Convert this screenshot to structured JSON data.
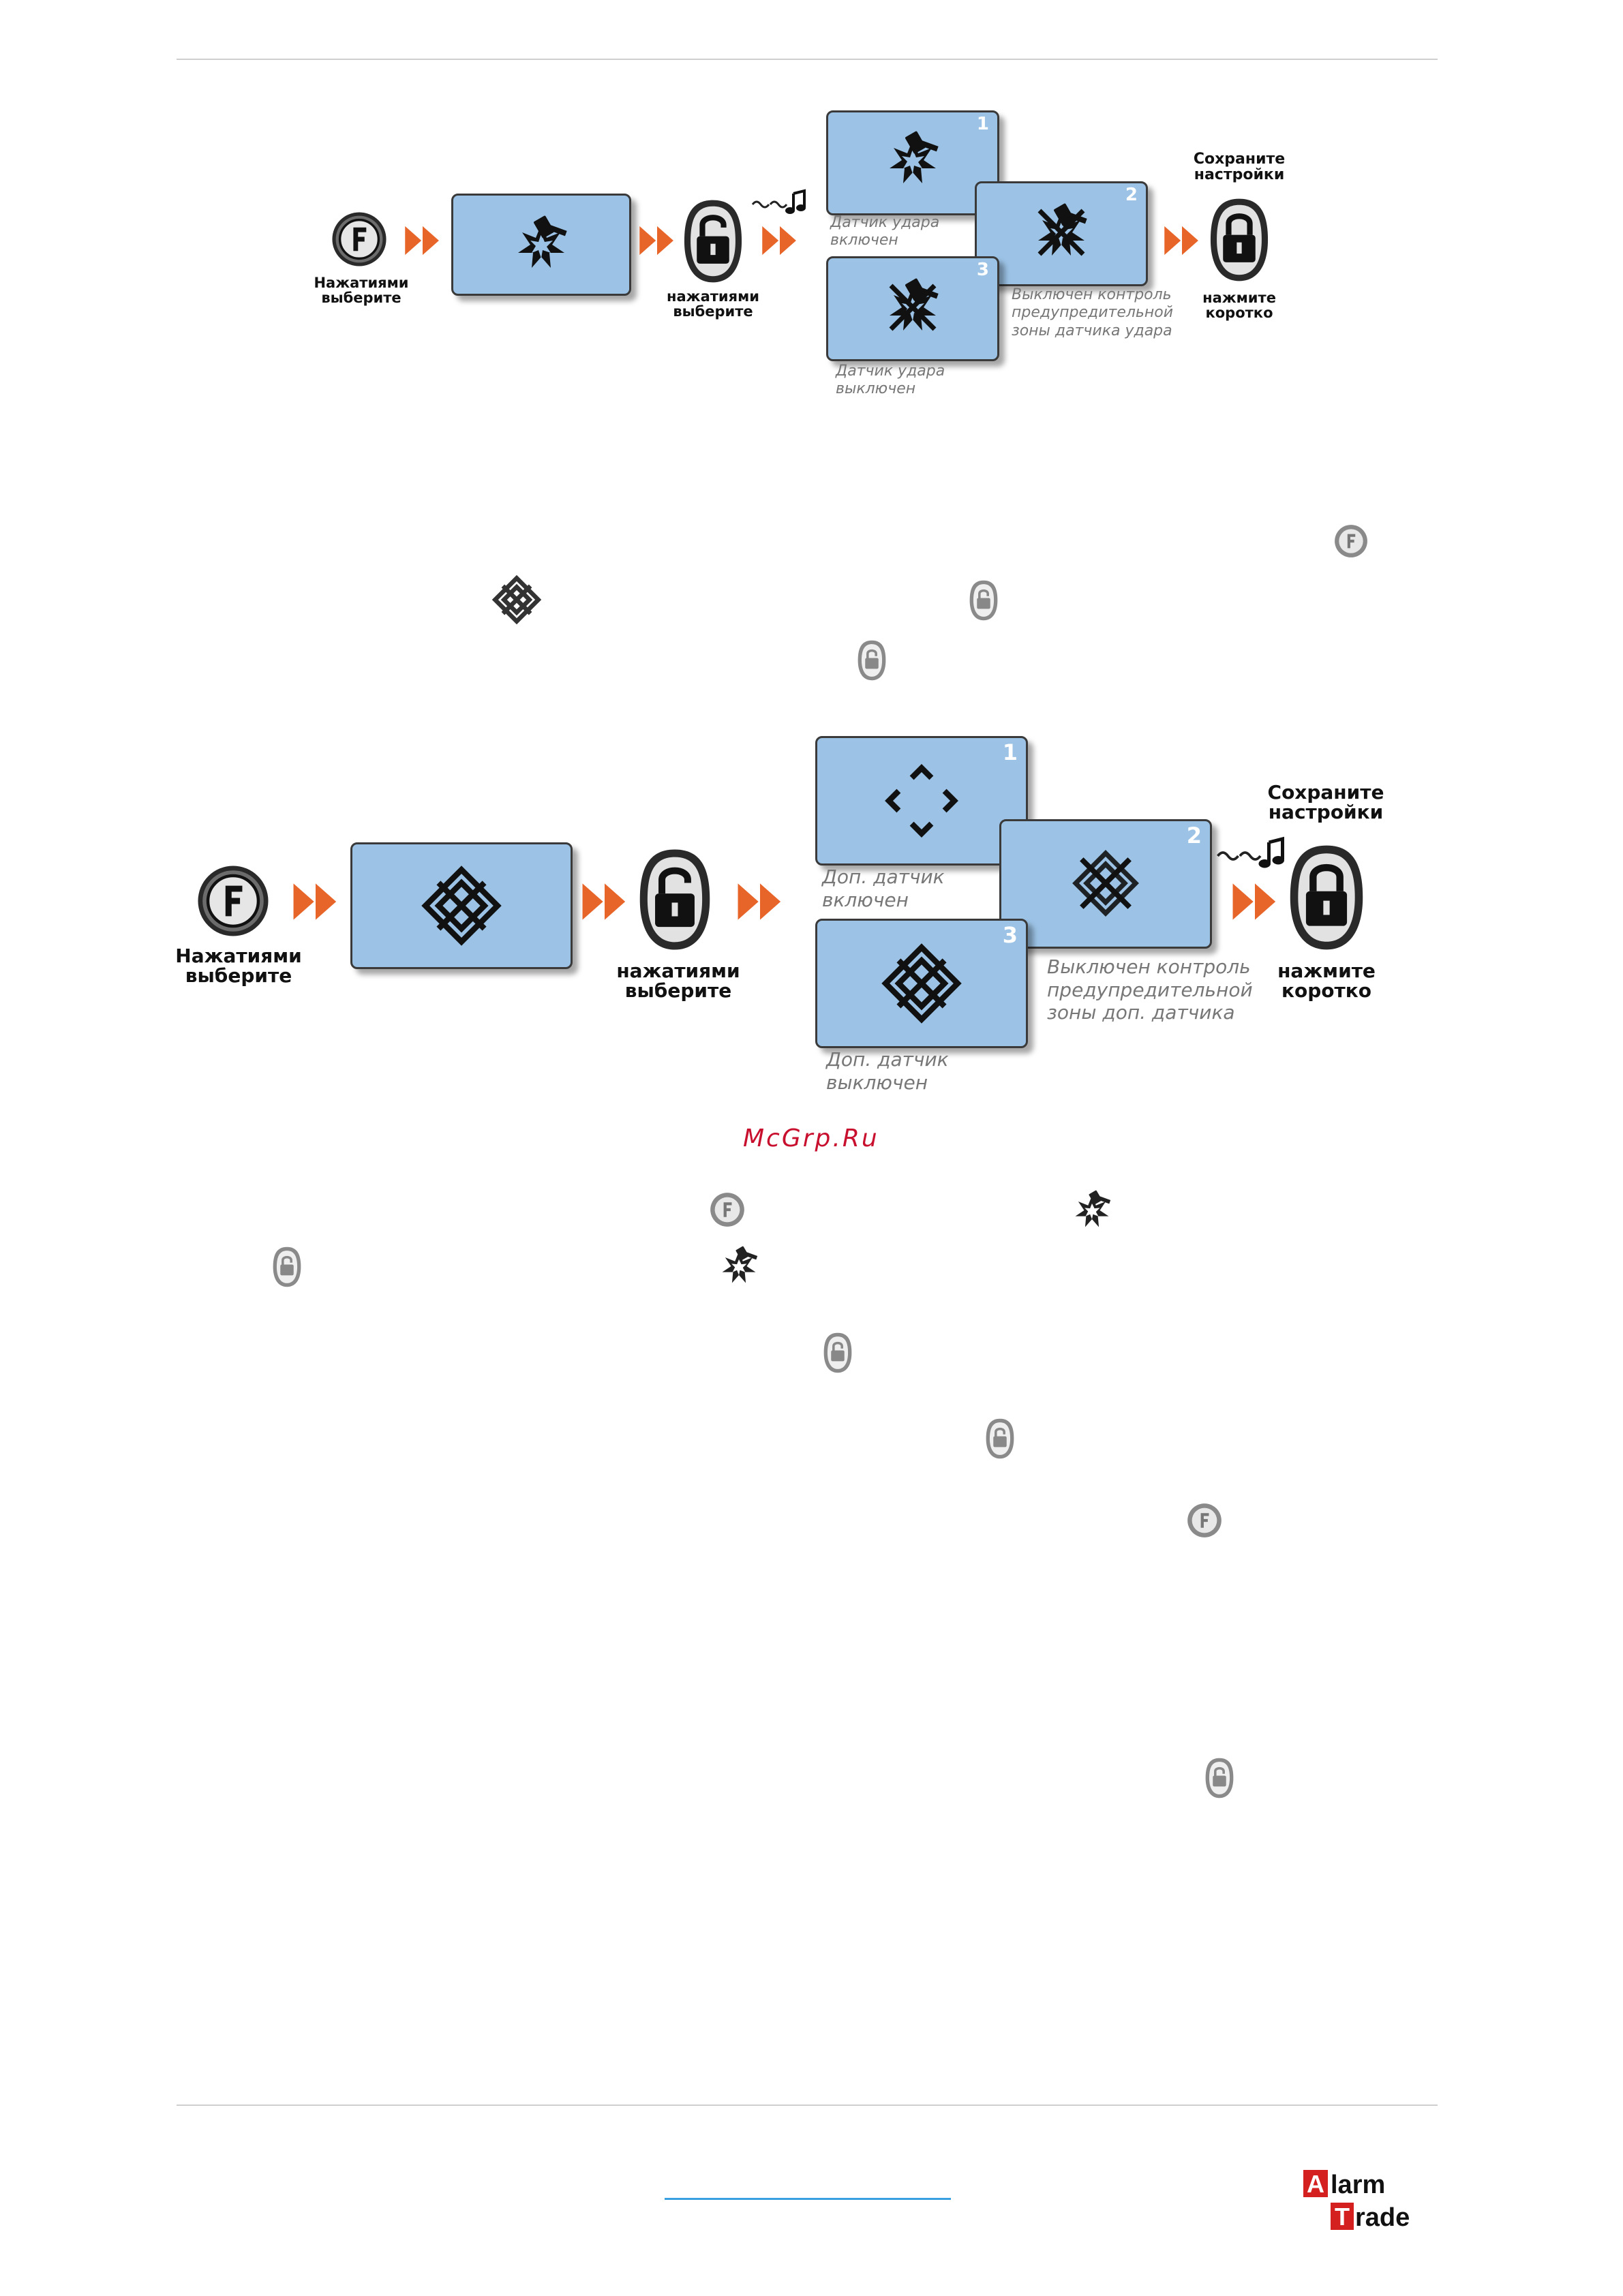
{
  "diagram1": {
    "f_caption": [
      "Нажатиями",
      "выберите"
    ],
    "unlock_caption": [
      "нажатиями",
      "выберите"
    ],
    "save_header": [
      "Сохраните",
      "настройки"
    ],
    "lock_caption": [
      "нажмите",
      "коротко"
    ],
    "states": [
      {
        "num": "1",
        "note": [
          "Датчик удара",
          "включен"
        ]
      },
      {
        "num": "2",
        "note": [
          "Выключен контроль",
          "предупредительной",
          "зоны датчика удара"
        ]
      },
      {
        "num": "3",
        "note": [
          "Датчик удара",
          "выключен"
        ]
      }
    ]
  },
  "diagram2": {
    "f_caption": [
      "Нажатиями",
      "выберите"
    ],
    "unlock_caption": [
      "нажатиями",
      "выберите"
    ],
    "save_header": [
      "Сохраните",
      "настройки"
    ],
    "lock_caption": [
      "нажмите",
      "коротко"
    ],
    "states": [
      {
        "num": "1",
        "note": [
          "Доп. датчик",
          "включен"
        ]
      },
      {
        "num": "2",
        "note": [
          "Выключен контроль",
          "предупредительной",
          "зоны доп. датчика"
        ]
      },
      {
        "num": "3",
        "note": [
          "Доп. датчик",
          "выключен"
        ]
      }
    ]
  },
  "watermark": "McGrp.Ru",
  "logo": {
    "line1": "Alarm",
    "line2": "Trade",
    "accent": "#d4201f"
  },
  "colors": {
    "screen": "#9cc3e6",
    "arrow": "#e8652a",
    "button": "#5a5a5a"
  }
}
